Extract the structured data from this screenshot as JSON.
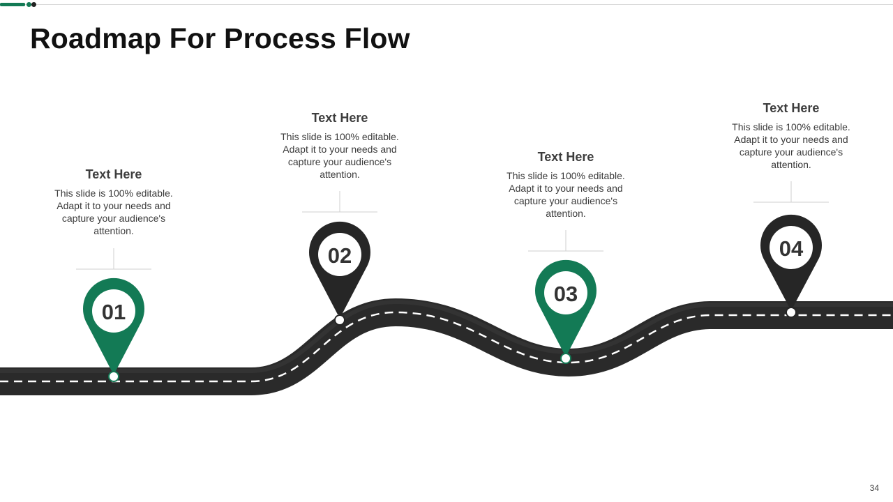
{
  "slide": {
    "title": "Roadmap For Process Flow",
    "page_number": "34",
    "colors": {
      "accent_green": "#137a55",
      "dark": "#262626",
      "road": "#2a2a2a",
      "lane_marking": "#ffffff"
    }
  },
  "milestones": [
    {
      "number": "01",
      "heading": "Text Here",
      "body": "This slide is 100% editable. Adapt it to your needs and capture your audience's attention.",
      "marker_color": "green"
    },
    {
      "number": "02",
      "heading": "Text Here",
      "body": "This slide is 100% editable. Adapt it to your needs and capture your audience's attention.",
      "marker_color": "dark"
    },
    {
      "number": "03",
      "heading": "Text Here",
      "body": "This slide is 100% editable. Adapt it to your needs and capture your audience's attention.",
      "marker_color": "green"
    },
    {
      "number": "04",
      "heading": "Text Here",
      "body": "This slide is 100% editable. Adapt it to your needs and capture your audience's attention.",
      "marker_color": "dark"
    }
  ]
}
